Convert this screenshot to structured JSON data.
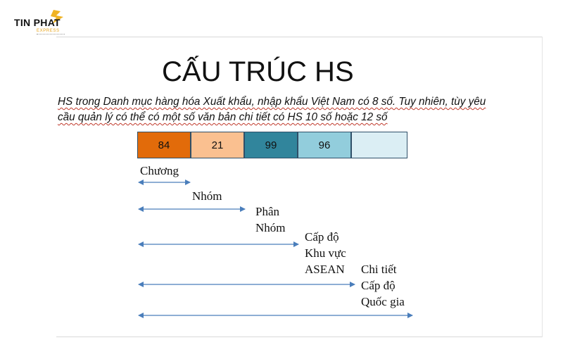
{
  "logo": {
    "name": "TIN PHAT",
    "sub": "EXPRESS"
  },
  "title": "CẤU TRÚC HS",
  "description": {
    "line1": "HS trong Danh mục hàng hóa Xuất khẩu, nhập khẩu Việt Nam có 8 số. Tuy nhiên, tùy yêu",
    "line2": "cầu quản lý có thể có một số văn bản chi tiết có HS 10 số hoặc 12 số"
  },
  "boxes": [
    {
      "value": "84",
      "color": "#e26b0a"
    },
    {
      "value": "21",
      "color": "#fac090"
    },
    {
      "value": "99",
      "color": "#31859c"
    },
    {
      "value": "96",
      "color": "#92cddc"
    },
    {
      "value": "",
      "color": "#dbeef4"
    }
  ],
  "levels": [
    {
      "lines": [
        "Chương"
      ]
    },
    {
      "lines": [
        "Nhóm"
      ]
    },
    {
      "lines": [
        "Phân",
        "Nhóm"
      ]
    },
    {
      "lines": [
        "Cấp độ",
        "Khu vực",
        "ASEAN"
      ]
    },
    {
      "lines": [
        "Chi tiết",
        "Cấp độ",
        "Quốc gia"
      ]
    }
  ],
  "colors": {
    "arrow": "#4a7ebb",
    "box_border": "#2f4f68"
  }
}
